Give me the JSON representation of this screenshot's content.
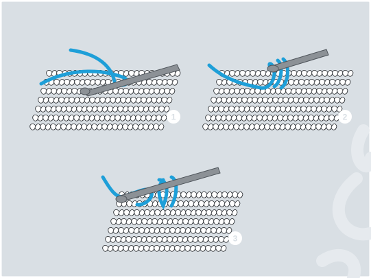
{
  "colors": {
    "background": "#d9dfe4",
    "outer_border": "#ffffff",
    "fabric_fill": "#ffffff",
    "fabric_stroke": "#1f2226",
    "yarn": "#1e9fd8",
    "yarn_stroke": "#0e5f84",
    "hook": "#8c9196",
    "hook_stroke": "#4f555b",
    "badge_fill": "#ffffff",
    "badge_text": "#d9dfe4"
  },
  "steps": [
    {
      "number": "1",
      "hook_icon": "crochet-hook-icon",
      "yarn_icon": "yarn-strand-icon"
    },
    {
      "number": "2",
      "hook_icon": "crochet-hook-icon",
      "yarn_icon": "yarn-loop-icon"
    },
    {
      "number": "3",
      "hook_icon": "crochet-hook-icon",
      "yarn_icon": "yarn-loop-icon"
    }
  ]
}
